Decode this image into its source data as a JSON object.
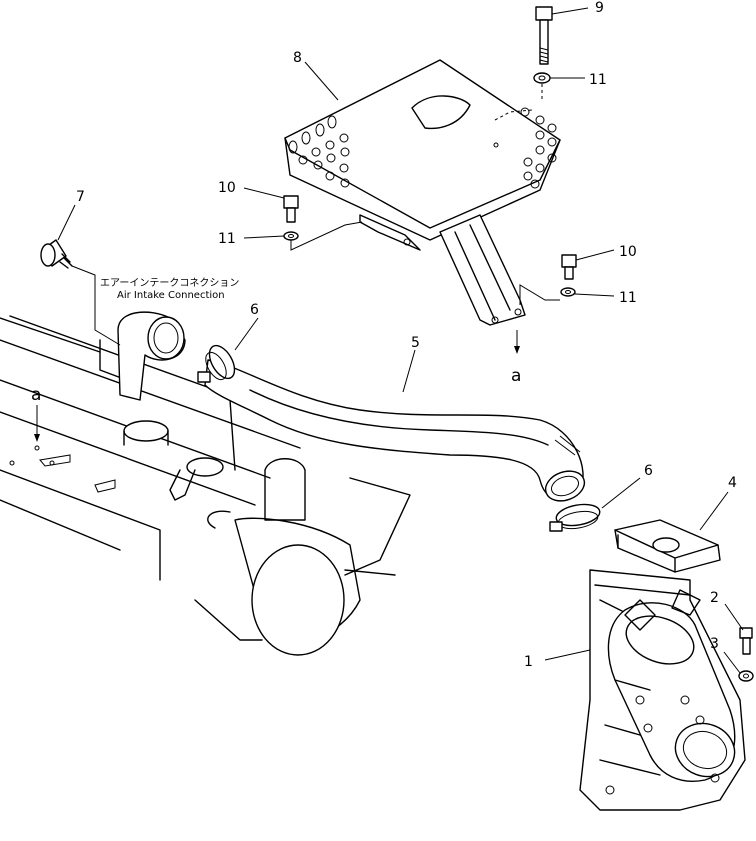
{
  "diagram": {
    "callouts": {
      "c1": "1",
      "c2": "2",
      "c3": "3",
      "c4": "4",
      "c5": "5",
      "c6a": "6",
      "c6b": "6",
      "c7": "7",
      "c8": "8",
      "c9": "9",
      "c10a": "10",
      "c10b": "10",
      "c11a": "11",
      "c11b": "11",
      "c11c": "11",
      "aLeft": "a",
      "aRight": "a"
    },
    "note": {
      "jp": "エアーインテークコネクション",
      "en": "Air Intake Connection"
    }
  }
}
